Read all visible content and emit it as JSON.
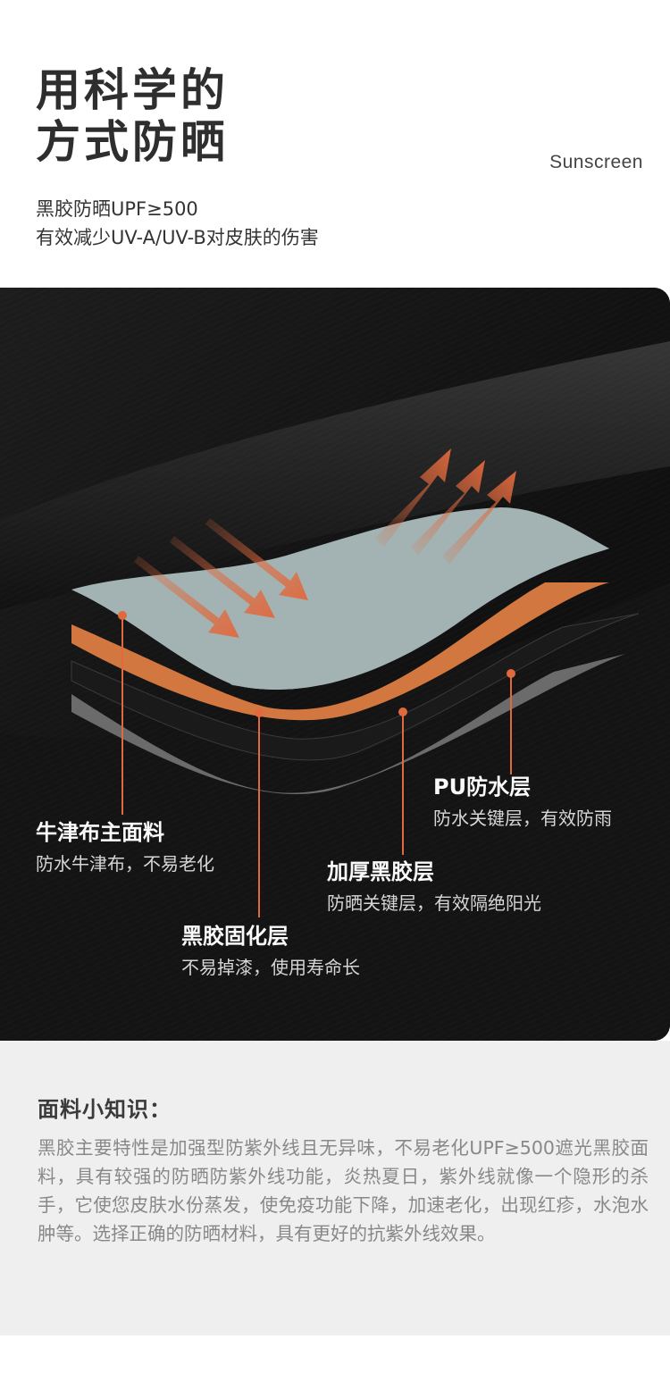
{
  "header": {
    "title_line1": "用科学的",
    "title_line2": "方式防晒",
    "subtitle_en": "Sunscreen",
    "desc_line1": "黑胶防晒UPF≥500",
    "desc_line2": "有效减少UV-A/UV-B对皮肤的伤害"
  },
  "colors": {
    "accent": "#e0693d",
    "top_layer": "#9aacac",
    "orange_layer": "#d2773f",
    "panel_bg": "#111111"
  },
  "layers": [
    {
      "title": "牛津布主面料",
      "desc": "防水牛津布，不易老化"
    },
    {
      "title": "黑胶固化层",
      "desc": "不易掉漆，使用寿命长"
    },
    {
      "title": "加厚黑胶层",
      "desc": "防晒关键层，有效隔绝阳光"
    },
    {
      "title": "PU防水层",
      "desc": "防水关键层，有效防雨"
    }
  ],
  "tips": {
    "title": "面料小知识：",
    "body": "黑胶主要特性是加强型防紫外线且无异味，不易老化UPF≥500遮光黑胶面料，具有较强的防晒防紫外线功能，炎热夏日，紫外线就像一个隐形的杀手，它使您皮肤水份蒸发，使免疫功能下降，加速老化，出现红疹，水泡水肿等。选择正确的防晒材料，具有更好的抗紫外线效果。"
  }
}
